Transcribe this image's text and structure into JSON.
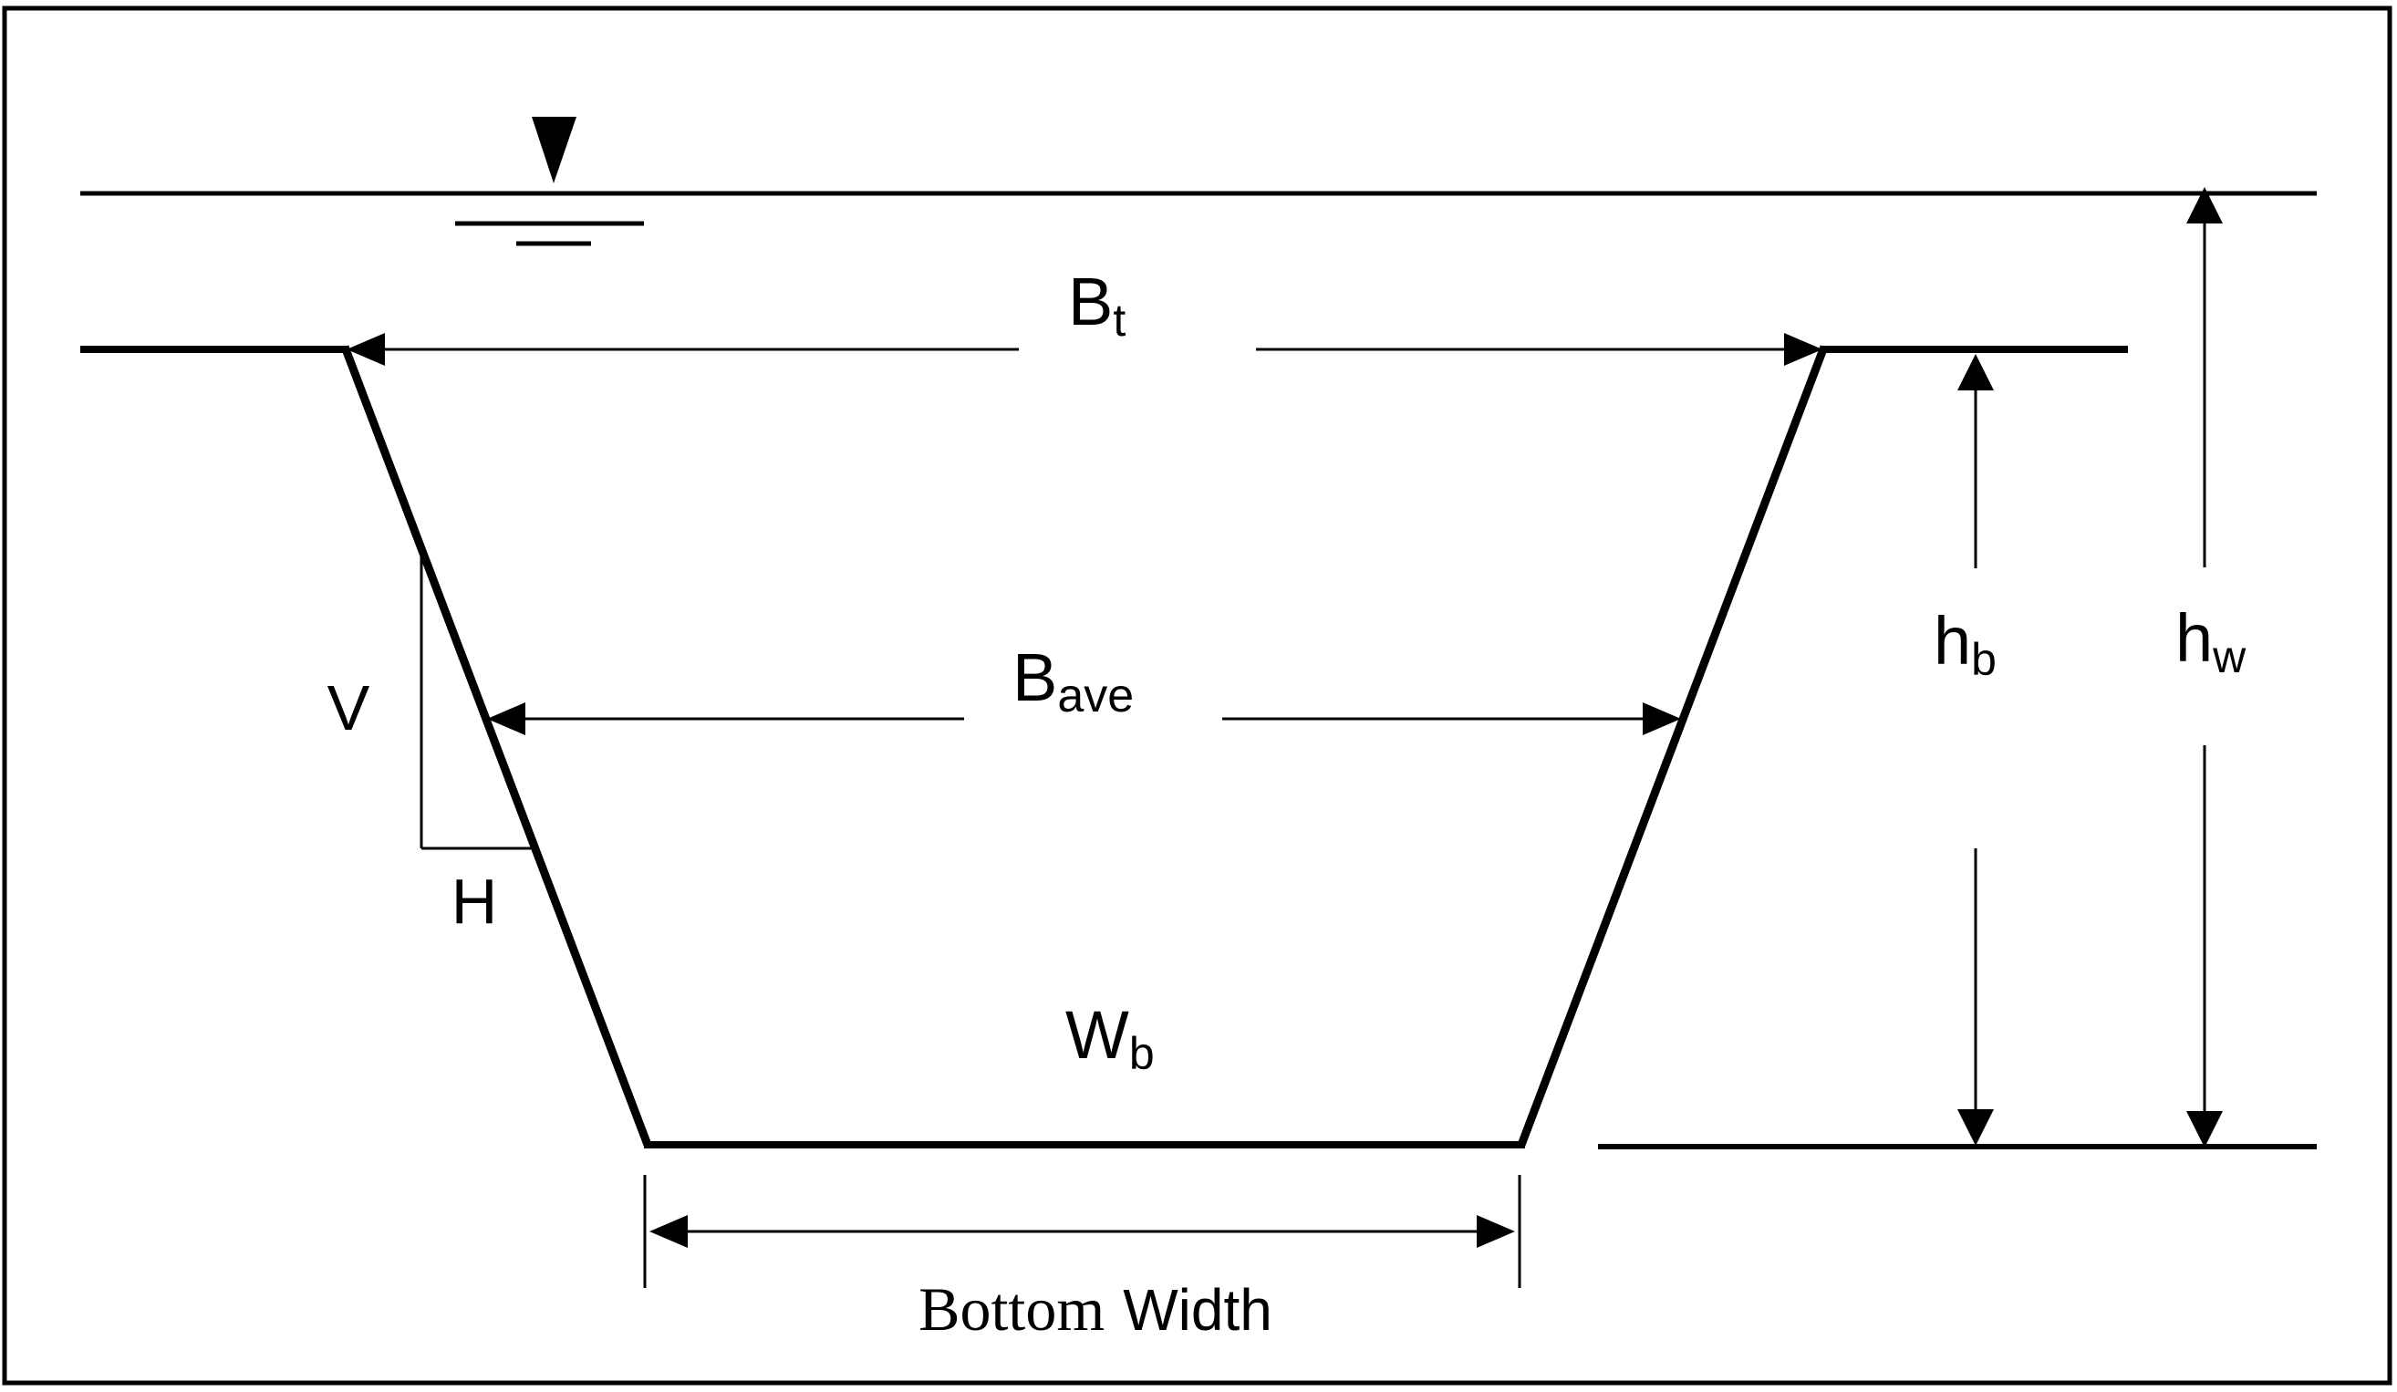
{
  "figure": {
    "description": "Trapezoidal channel cross-section diagram",
    "colors": {
      "line": "#000000",
      "background": "#ffffff"
    },
    "labels": {
      "top_width": {
        "main": "B",
        "sub": "t"
      },
      "average_width": {
        "main": "B",
        "sub": "ave"
      },
      "bottom_width_symbol": {
        "main": "W",
        "sub": "b"
      },
      "bottom_width_caption": {
        "word1": "Bottom",
        "word2": "Width"
      },
      "slope_vertical": "V",
      "slope_horizontal": "H",
      "height_to_bank": {
        "main": "h",
        "sub": "b"
      },
      "height_of_water": {
        "main": "h",
        "sub": "w"
      }
    }
  }
}
